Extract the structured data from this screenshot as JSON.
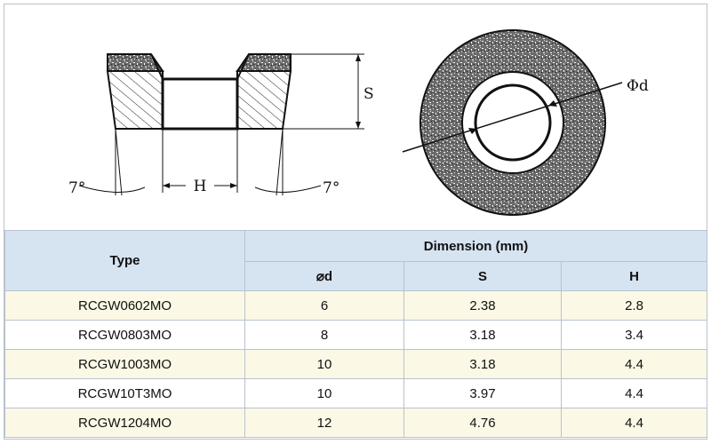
{
  "drawing": {
    "labels": {
      "s": "S",
      "h": "H",
      "phi_d": "Φd",
      "angle_left": "7°",
      "angle_right": "7°"
    }
  },
  "table": {
    "type_header": "Type",
    "dimension_header": "Dimension (mm)",
    "column_headers": [
      "⌀d",
      "S",
      "H"
    ],
    "rows": [
      {
        "type": "RCGW0602MO",
        "d": "6",
        "s": "2.38",
        "h": "2.8"
      },
      {
        "type": "RCGW0803MO",
        "d": "8",
        "s": "3.18",
        "h": "3.4"
      },
      {
        "type": "RCGW1003MO",
        "d": "10",
        "s": "3.18",
        "h": "4.4"
      },
      {
        "type": "RCGW10T3MO",
        "d": "10",
        "s": "3.97",
        "h": "4.4"
      },
      {
        "type": "RCGW1204MO",
        "d": "12",
        "s": "4.76",
        "h": "4.4"
      }
    ]
  }
}
